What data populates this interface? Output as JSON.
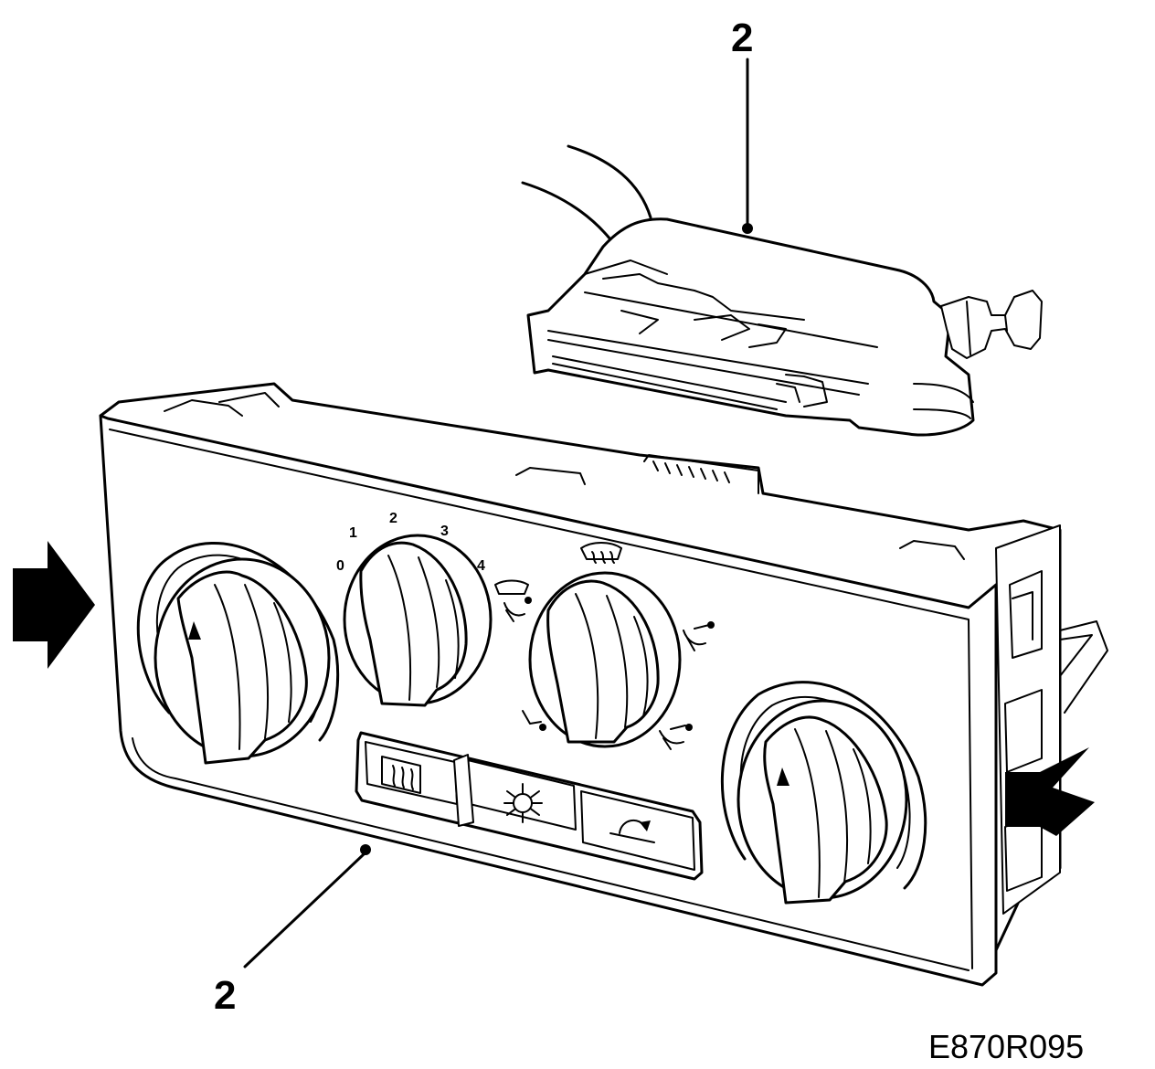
{
  "callouts": {
    "upper": "2",
    "lower": "2"
  },
  "fan_speed_labels": [
    "0",
    "1",
    "2",
    "3",
    "4"
  ],
  "figure_ref": "E870R095",
  "colors": {
    "ink": "#000000",
    "paper": "#ffffff"
  },
  "icons": {
    "left_knob": "temperature-knob-icon",
    "right_knob": "temperature-knob-icon",
    "fan_knob": "fan-speed-knob-icon",
    "distribution_knob": "air-distribution-knob-icon",
    "btn_left": "rear-defrost-icon",
    "btn_mid": "ac-snowflake-icon",
    "btn_right": "recirculation-icon",
    "arrows": "removal-direction-arrow-icon"
  }
}
